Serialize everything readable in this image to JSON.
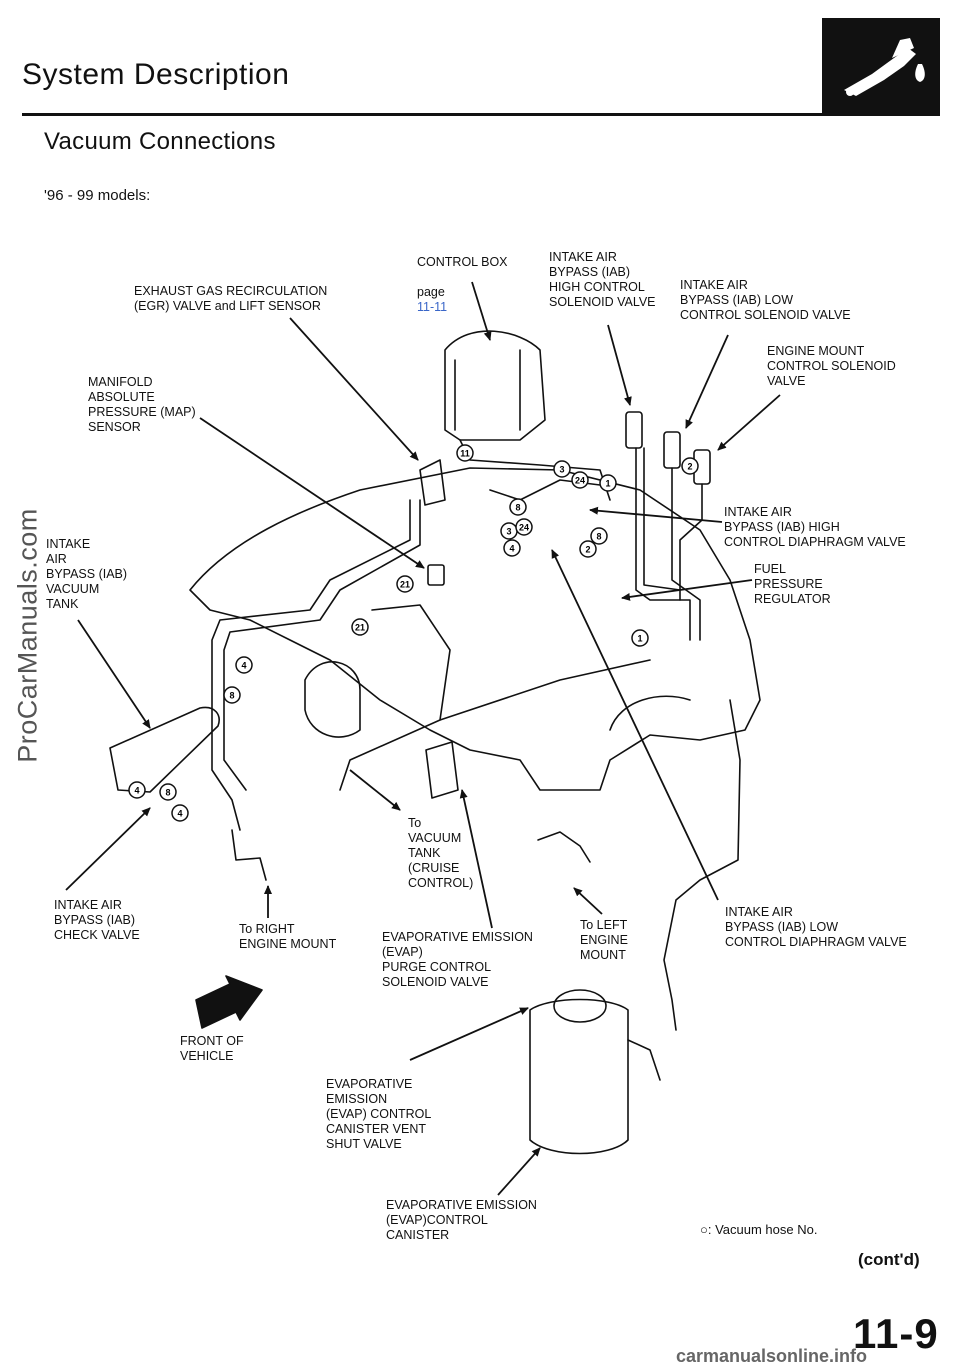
{
  "header": {
    "title": "System Description",
    "section": "Vacuum Connections",
    "models": "'96 - 99 models:"
  },
  "labels": {
    "control_box": "CONTROL BOX",
    "control_box_ref_prefix": "page",
    "control_box_ref": "11-11",
    "iab_high_control_solenoid": "INTAKE AIR\nBYPASS (IAB)\nHIGH CONTROL\nSOLENOID VALVE",
    "iab_low_control_solenoid": "INTAKE AIR\nBYPASS (IAB) LOW\nCONTROL SOLENOID VALVE",
    "egr_valve": "EXHAUST GAS RECIRCULATION\n(EGR) VALVE and LIFT SENSOR",
    "engine_mount_solenoid": "ENGINE MOUNT\nCONTROL SOLENOID\nVALVE",
    "map_sensor": "MANIFOLD\nABSOLUTE\nPRESSURE (MAP)\nSENSOR",
    "iab_vacuum_tank": "INTAKE\nAIR\nBYPASS (IAB)\nVACUUM\nTANK",
    "iab_high_diaphragm": "INTAKE AIR\nBYPASS (IAB) HIGH\nCONTROL DIAPHRAGM VALVE",
    "fuel_pressure_regulator": "FUEL\nPRESSURE\nREGULATOR",
    "to_vacuum_tank": "To\nVACUUM\nTANK\n(CRUISE\nCONTROL)",
    "iab_check_valve": "INTAKE AIR\nBYPASS (IAB)\nCHECK VALVE",
    "to_right_mount": "To RIGHT\nENGINE MOUNT",
    "evap_purge": "EVAPORATIVE EMISSION\n(EVAP)\nPURGE CONTROL\nSOLENOID VALVE",
    "to_left_mount": "To LEFT\nENGINE\nMOUNT",
    "iab_low_diaphragm": "INTAKE AIR\nBYPASS (IAB) LOW\nCONTROL DIAPHRAGM VALVE",
    "front_of_vehicle": "FRONT OF\nVEHICLE",
    "evap_vent_shut": "EVAPORATIVE\nEMISSION\n(EVAP) CONTROL\nCANISTER VENT\nSHUT VALVE",
    "evap_canister": "EVAPORATIVE EMISSION\n(EVAP)CONTROL\nCANISTER"
  },
  "hose_numbers": [
    "11",
    "3",
    "24",
    "1",
    "8",
    "2",
    "3",
    "24",
    "8",
    "4",
    "2",
    "21",
    "21",
    "4",
    "8",
    "4",
    "8",
    "4",
    "1"
  ],
  "legend": {
    "symbol": "○:",
    "text": "Vacuum hose No."
  },
  "footer": {
    "contd": "(cont'd)",
    "page_number": "11-9",
    "site": "carmanualsonline.info"
  },
  "watermark": "ProCarManuals.com",
  "icons": [
    "fuel-nozzle-icon",
    "front-arrow-icon"
  ]
}
